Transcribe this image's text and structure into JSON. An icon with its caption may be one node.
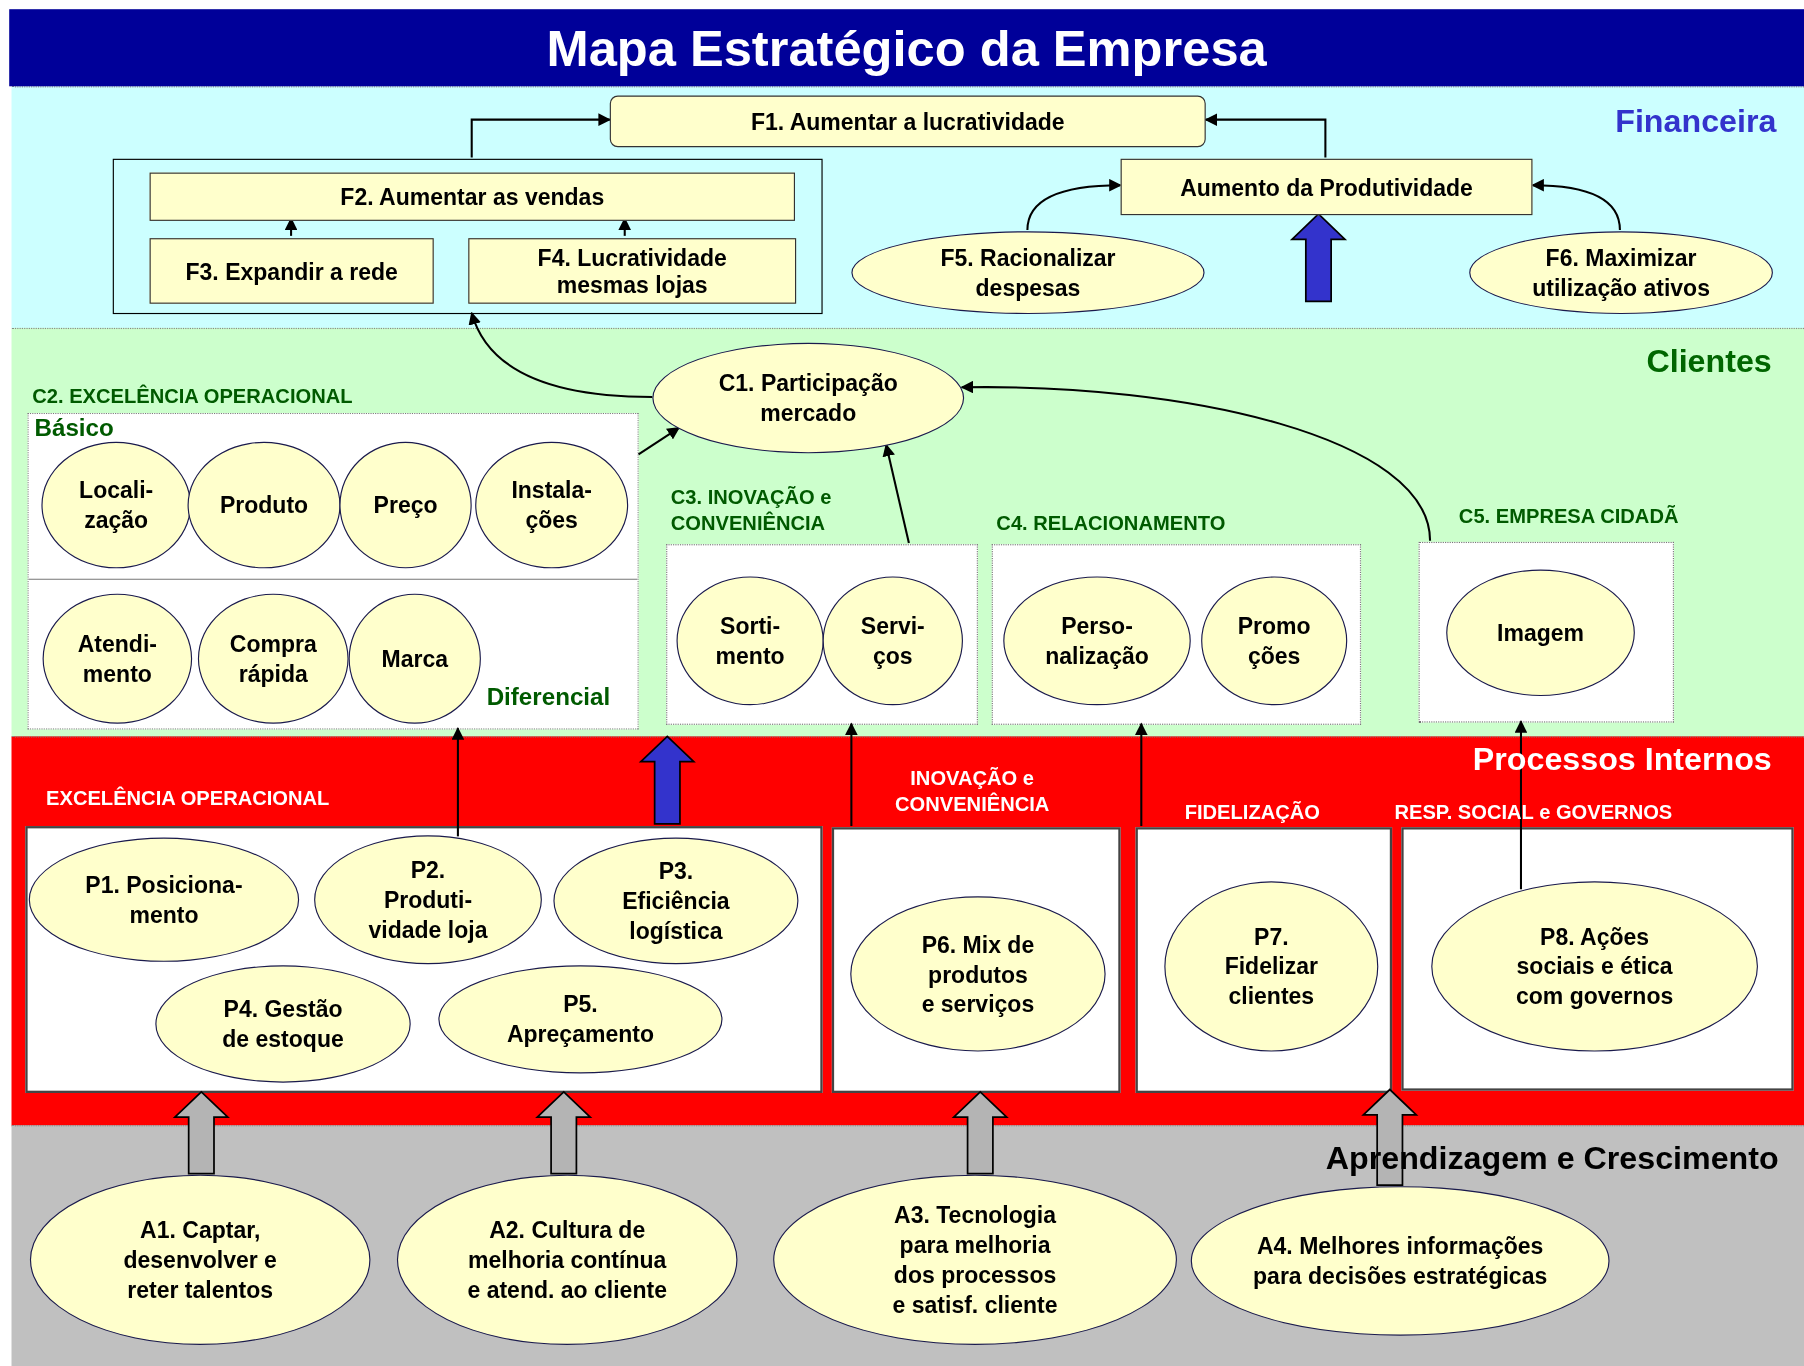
{
  "diagram": {
    "title": "Mapa Estratégico da Empresa",
    "nodes": [
      {
        "text": [
          "Financeira"
        ]
      },
      {
        "text": [
          "F1. Aumentar a lucratividade"
        ],
        "in": 0
      },
      {
        "text": [],
        "shape": "box",
        "in": 0
      },
      {
        "text": [
          "F2. Aumentar as vendas"
        ],
        "in": 2
      },
      {
        "text": [
          "F3. Expandir a rede"
        ],
        "in": 2
      },
      {
        "text": [
          "F4. Lucratividade mesmas lojas"
        ],
        "in": 2
      },
      {
        "text": [
          "Aumento da Produtividade"
        ],
        "in": 0
      },
      {
        "text": [
          "F5. Racionalizar despesas"
        ],
        "in": 0
      },
      {
        "text": [
          "F6. Maximizar utilização ativos"
        ],
        "in": 0
      },
      {
        "text": [
          "Clientes"
        ]
      },
      {
        "text": [
          "C1. Participação mercado"
        ],
        "in": 9
      },
      {
        "text": [
          "C2. EXCELÊNCIA OPERACIONAL"
        ],
        "in": 9
      },
      {
        "text": [
          "Básico"
        ],
        "in": 11
      },
      {
        "text": [
          "Locali- zação"
        ],
        "in": 12
      },
      {
        "text": [
          "Produto"
        ],
        "in": 12
      },
      {
        "text": [
          "Preço"
        ],
        "in": 12
      },
      {
        "text": [
          "Instala- ções"
        ],
        "in": 12
      },
      {
        "text": [
          "Diferencial"
        ],
        "in": 11
      },
      {
        "text": [
          "Atendi- mento"
        ],
        "in": 17
      },
      {
        "text": [
          "Compra rápida"
        ],
        "in": 17
      },
      {
        "text": [
          "Marca"
        ],
        "in": 17
      },
      {
        "text": [
          "C3. INOVAÇÃO e CONVENIÊNCIA"
        ],
        "in": 9
      },
      {
        "text": [
          "Sorti- mento"
        ],
        "in": 21
      },
      {
        "text": [
          "Servi- ços"
        ],
        "in": 21
      },
      {
        "text": [
          "C4. RELACIONAMENTO"
        ],
        "in": 9
      },
      {
        "text": [
          "Perso- nalização"
        ],
        "in": 24
      },
      {
        "text": [
          "Promo ções"
        ],
        "in": 24
      },
      {
        "text": [
          "C5. EMPRESA CIDADÃ"
        ],
        "in": 9
      },
      {
        "text": [
          "Imagem"
        ],
        "in": 27
      },
      {
        "text": [
          "Processos Internos"
        ]
      },
      {
        "text": [
          "EXCELÊNCIA OPERACIONAL"
        ],
        "in": 29
      },
      {
        "text": [
          "P1. Posiciona- mento"
        ],
        "in": 30
      },
      {
        "text": [
          "P2. Produti- vidade loja"
        ],
        "in": 30
      },
      {
        "text": [
          "P3. Eficiência logística"
        ],
        "in": 30
      },
      {
        "text": [
          "P4. Gestão de estoque"
        ],
        "in": 30
      },
      {
        "text": [
          "P5. Apreçamento"
        ],
        "in": 30
      },
      {
        "text": [
          "INOVAÇÃO e CONVENIÊNCIA"
        ],
        "in": 29
      },
      {
        "text": [
          "P6. Mix de produtos e serviços"
        ],
        "in": 36
      },
      {
        "text": [
          "FIDELIZAÇÃO"
        ],
        "in": 29
      },
      {
        "text": [
          "P7. Fidelizar clientes"
        ],
        "in": 38
      },
      {
        "text": [
          "RESP. SOCIAL e GOVERNOS"
        ],
        "in": 29
      },
      {
        "text": [
          "P8. Ações sociais e ética com governos"
        ],
        "in": 40
      },
      {
        "text": [
          "Aprendizagem e Crescimento"
        ]
      },
      {
        "text": [
          "A1. Captar, desenvolver e reter talentos"
        ],
        "in": 42
      },
      {
        "text": [
          "A2. Cultura de melhoria contínua e atend. ao cliente"
        ],
        "in": 42
      },
      {
        "text": [
          "A3. Tecnologia para melhoria dos processos e satisf. cliente"
        ],
        "in": 42
      },
      {
        "text": [
          "A4. Melhores informações para decisões estratégicas"
        ],
        "in": 42
      }
    ],
    "edges": [
      {
        "from": 2,
        "to": 1,
        "arrow": "to"
      },
      {
        "from": 6,
        "to": 1,
        "arrow": "to"
      },
      {
        "from": 4,
        "to": 3,
        "arrow": "to"
      },
      {
        "from": 5,
        "to": 3,
        "arrow": "to"
      },
      {
        "from": 7,
        "to": 6,
        "arrow": "to"
      },
      {
        "from": 8,
        "to": 6,
        "arrow": "to"
      },
      {
        "from": null,
        "to": 6,
        "arrow": "to",
        "style": "thick",
        "color": "#3333cc"
      },
      {
        "from": 10,
        "to": 2,
        "arrow": "to"
      },
      {
        "from": 11,
        "to": 10,
        "arrow": "to"
      },
      {
        "from": 21,
        "to": 10,
        "arrow": "to"
      },
      {
        "from": 27,
        "to": 10,
        "arrow": "to"
      },
      {
        "from": 32,
        "to": 11,
        "arrow": "to"
      },
      {
        "from": null,
        "to": 9,
        "arrow": "to",
        "style": "thick",
        "color": "#3333cc"
      },
      {
        "from": 36,
        "to": 21,
        "arrow": "to"
      },
      {
        "from": 38,
        "to": 24,
        "arrow": "to"
      },
      {
        "from": 41,
        "to": 27,
        "arrow": "to"
      },
      {
        "from": 43,
        "to": 30,
        "arrow": "to",
        "style": "thick",
        "color": "#b4b4b4"
      },
      {
        "from": 44,
        "to": 30,
        "arrow": "to",
        "style": "thick",
        "color": "#b4b4b4"
      },
      {
        "from": 45,
        "to": 36,
        "arrow": "to",
        "style": "thick",
        "color": "#b4b4b4"
      },
      {
        "from": 46,
        "to": 40,
        "arrow": "to",
        "style": "thick",
        "color": "#b4b4b4"
      }
    ]
  }
}
